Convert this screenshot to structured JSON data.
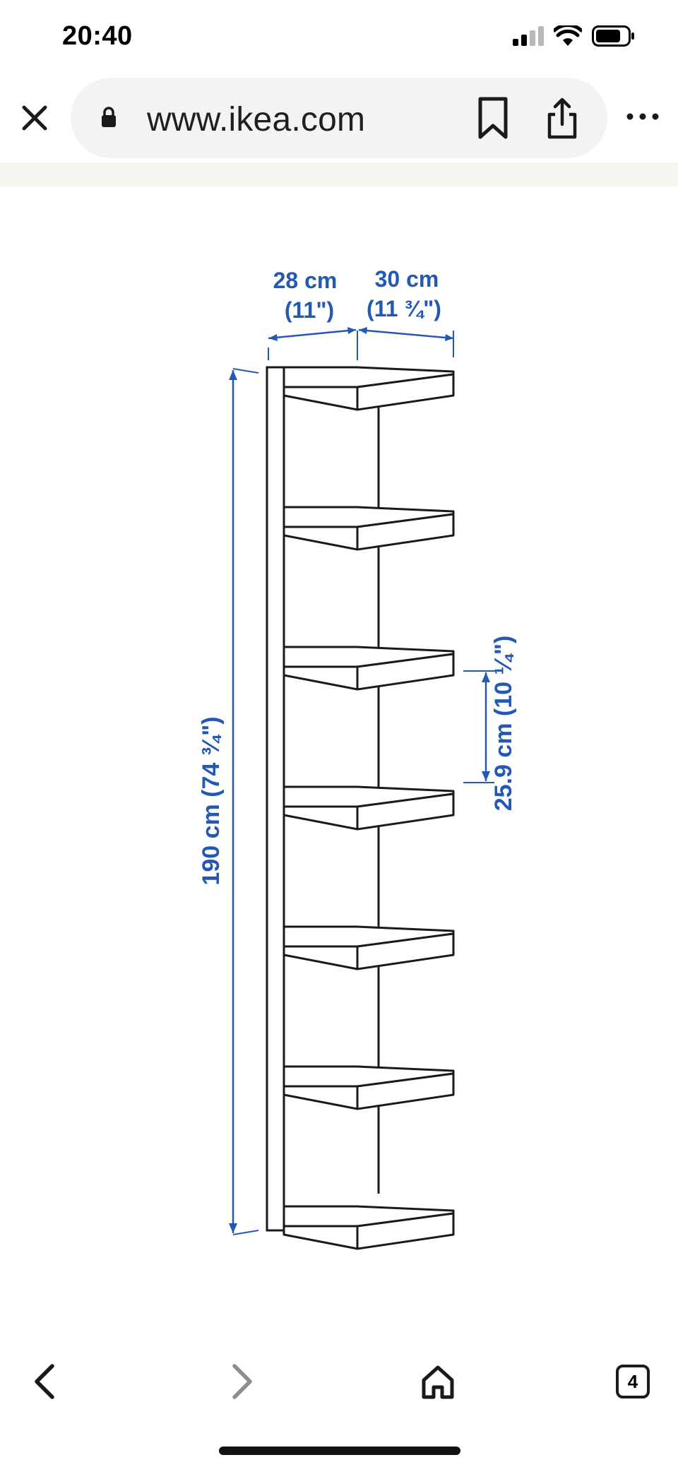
{
  "status_bar": {
    "time": "20:40"
  },
  "browser": {
    "url": "www.ikea.com",
    "tab_count": "4"
  },
  "diagram": {
    "width_left": "28 cm",
    "width_left_in": "(11\")",
    "width_right": "30 cm",
    "width_right_in": "(11 ¾\")",
    "height_total": "190 cm (74 ¾\")",
    "shelf_spacing": "25.9 cm (10 ¼\")",
    "shelf_count": 7,
    "colors": {
      "dimension": "#2358b4",
      "line": "#1a1a1a"
    }
  },
  "icons": {
    "close": "close-icon",
    "lock": "lock-icon",
    "bookmark": "bookmark-icon",
    "share": "share-icon",
    "more": "more-icon",
    "back": "chevron-left-icon",
    "forward": "chevron-right-icon",
    "home": "home-icon",
    "tabs": "tabs-icon"
  }
}
